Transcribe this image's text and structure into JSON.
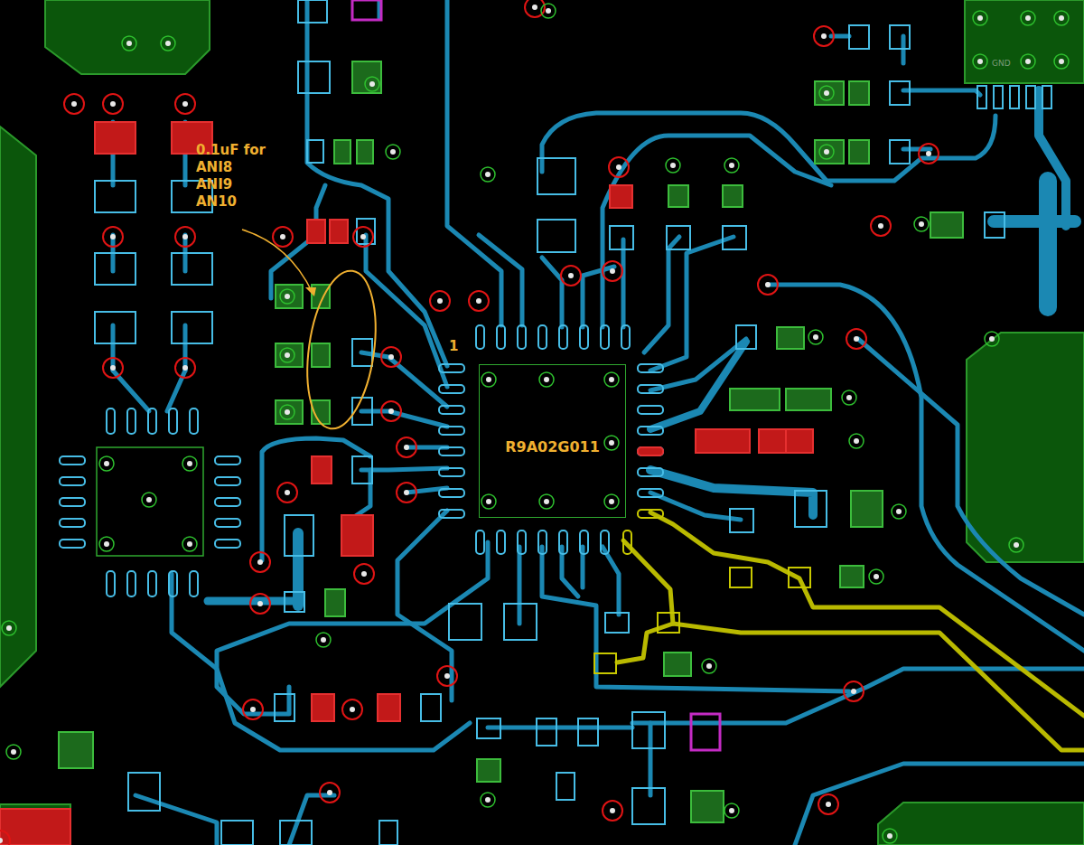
{
  "diagram": {
    "nodes": [
      {
        "text": [
          "R9A02G011"
        ]
      }
    ],
    "labels": [
      "0.1uF for ANI8 ANI9 AN10",
      "1",
      "GND"
    ]
  }
}
